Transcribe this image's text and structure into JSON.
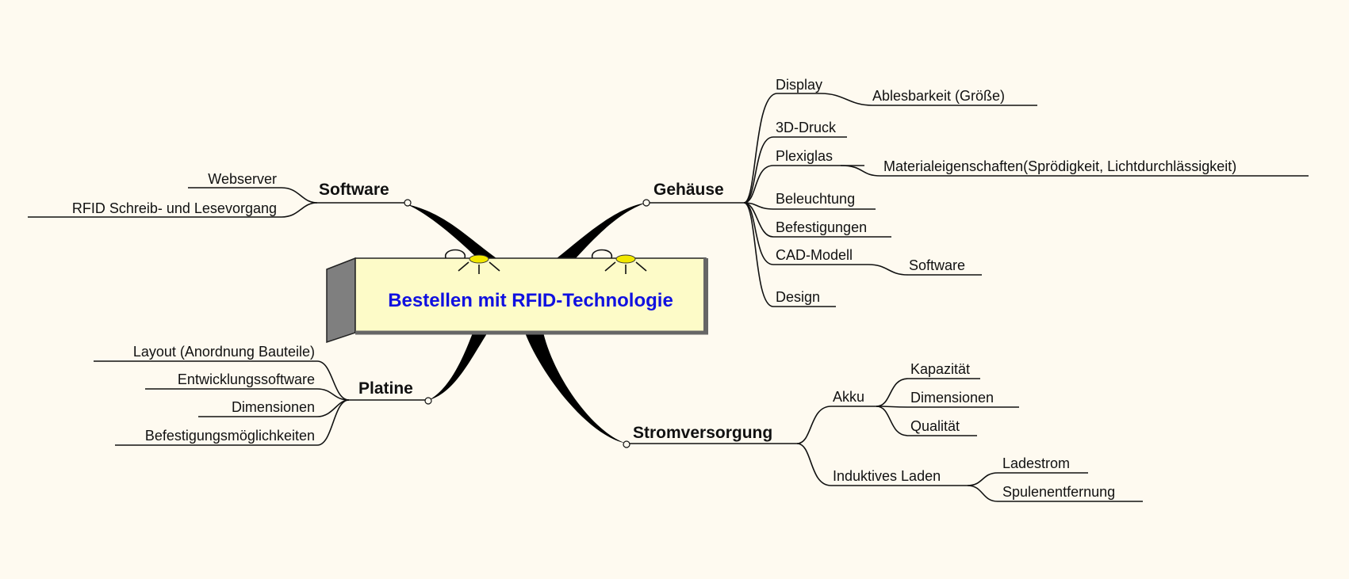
{
  "colors": {
    "background": "#fefaf0",
    "box_face": "#fdfbc8",
    "box_side": "#7f7f7f",
    "title_text": "#1010e0",
    "lamp": "#f2e800"
  },
  "mindmap": {
    "center": {
      "label": "Bestellen mit RFID-Technologie"
    },
    "branches": {
      "software": {
        "label": "Software",
        "children": [
          "Webserver",
          "RFID Schreib- und Lesevorgang"
        ]
      },
      "platine": {
        "label": "Platine",
        "children": [
          "Layout (Anordnung Bauteile)",
          "Entwicklungssoftware",
          "Dimensionen",
          "Befestigungsmöglichkeiten"
        ]
      },
      "gehaeuse": {
        "label": "Gehäuse",
        "display": {
          "label": "Display",
          "child": "Ablesbarkeit (Größe)"
        },
        "druck": {
          "label": "3D-Druck"
        },
        "plexiglas": {
          "label": "Plexiglas",
          "child": "Materialeigenschaften(Sprödigkeit, Lichtdurchlässigkeit)"
        },
        "beleuchtung": {
          "label": "Beleuchtung"
        },
        "befestigungen": {
          "label": "Befestigungen"
        },
        "cad": {
          "label": "CAD-Modell",
          "child": "Software"
        },
        "design": {
          "label": "Design"
        }
      },
      "strom": {
        "label": "Stromversorgung",
        "akku": {
          "label": "Akku",
          "children": [
            "Kapazität",
            "Dimensionen",
            "Qualität"
          ]
        },
        "induktiv": {
          "label": "Induktives Laden",
          "children": [
            "Ladestrom",
            "Spulenentfernung"
          ]
        }
      }
    }
  }
}
